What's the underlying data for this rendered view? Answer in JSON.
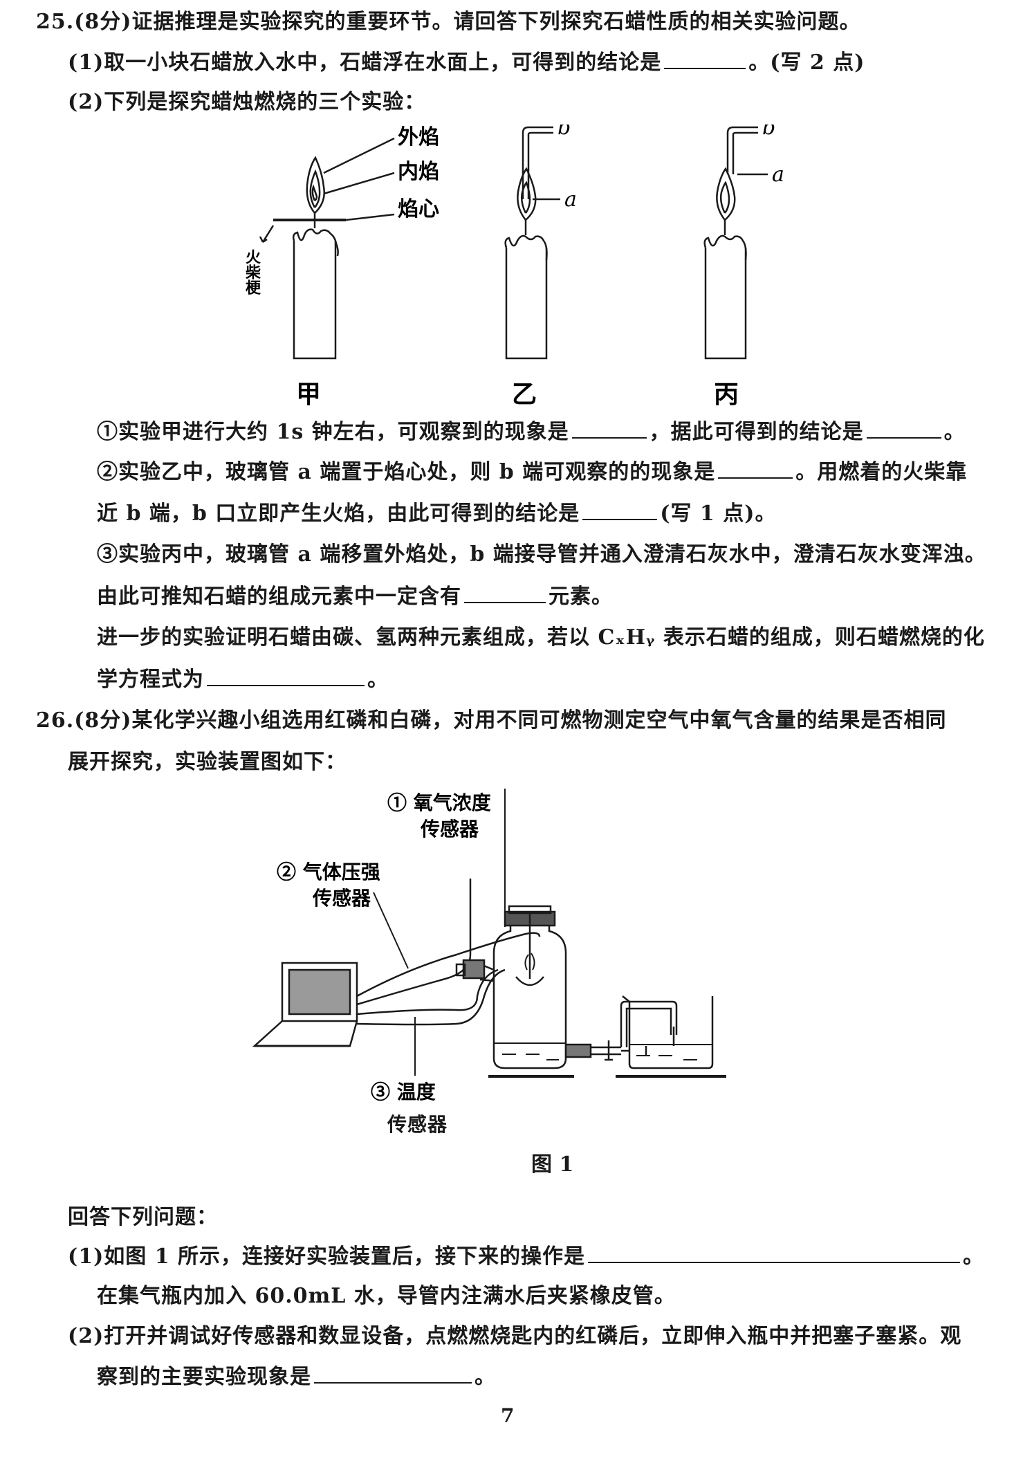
{
  "q25": {
    "stem": "25.(8分)证据推理是实验探究的重要环节。请回答下列探究石蜡性质的相关实验问题。",
    "p1_a": "(1)取一小块石蜡放入水中，石蜡浮在水面上，可得到的结论是",
    "p1_b": "。(写 2 点)",
    "p2": "(2)下列是探究蜡烛燃烧的三个实验：",
    "fig": {
      "outer_flame": "外焰",
      "inner_flame": "内焰",
      "flame_core": "焰心",
      "match": "火柴梗",
      "label_a": "a",
      "label_b": "b",
      "cap_jia": "甲",
      "cap_yi": "乙",
      "cap_bing": "丙"
    },
    "s1_a": "①实验甲进行大约 1s 钟左右，可观察到的现象是",
    "s1_b": "，据此可得到的结论是",
    "s1_c": "。",
    "s2_a": "②实验乙中，玻璃管 a 端置于焰心处，则 b 端可观察的的现象是",
    "s2_b": "。用燃着的火柴靠",
    "s2_c": "近 b 端，b 口立即产生火焰，由此可得到的结论是",
    "s2_d": "(写 1 点)。",
    "s3_a": "③实验丙中，玻璃管 a 端移置外焰处，b 端接导管并通入澄清石灰水中，澄清石灰水变浑浊。",
    "s3_b": "由此可推知石蜡的组成元素中一定含有",
    "s3_c": "元素。",
    "s4_a": "进一步的实验证明石蜡由碳、氢两种元素组成，若以 CₓHᵧ 表示石蜡的组成，则石蜡燃烧的化",
    "s4_b": "学方程式为",
    "s4_c": "。"
  },
  "q26": {
    "stem_a": "26.(8分)某化学兴趣小组选用红磷和白磷，对用不同可燃物测定空气中氧气含量的结果是否相同",
    "stem_b": "展开探究，实验装置图如下：",
    "fig": {
      "sensor1_a": "① 氧气浓度",
      "sensor1_b": "传感器",
      "sensor2_a": "② 气体压强",
      "sensor2_b": "传感器",
      "sensor3_a": "③ 温度",
      "sensor3_b": "传感器",
      "caption": "图 1"
    },
    "intro": "回答下列问题：",
    "p1_a": "(1)如图 1 所示，连接好实验装置后，接下来的操作是",
    "p1_b": "。",
    "p1_c": "在集气瓶内加入 60.0mL 水，导管内注满水后夹紧橡皮管。",
    "p2_a": "(2)打开并调试好传感器和数显设备，点燃燃烧匙内的红磷后，立即伸入瓶中并把塞子塞紧。观",
    "p2_b": "察到的主要实验现象是",
    "p2_c": "。"
  },
  "page_number": "7"
}
